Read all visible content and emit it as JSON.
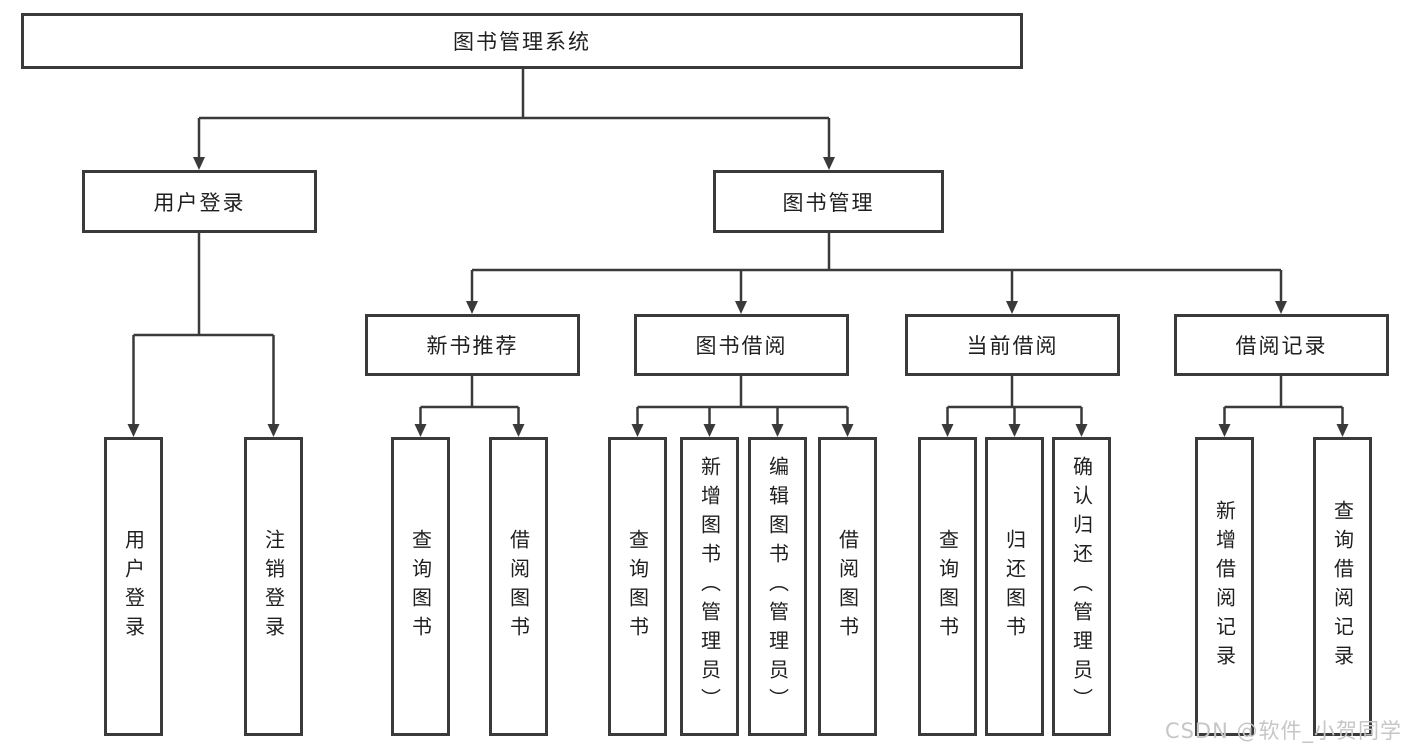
{
  "diagram": {
    "title_node": "图书管理系统",
    "watermark": "CSDN @软件_小贺同学",
    "colors": {
      "line": "#3a3a3a",
      "text": "#1f1f1f",
      "watermark": "#c6c6c6",
      "background": "#ffffff"
    },
    "nodes": {
      "root": {
        "label": "图书管理系统"
      },
      "user_login": {
        "label": "用户登录"
      },
      "book_mgmt": {
        "label": "图书管理"
      },
      "new_book_rec": {
        "label": "新书推荐"
      },
      "book_borrow": {
        "label": "图书借阅"
      },
      "current_borrow": {
        "label": "当前借阅"
      },
      "borrow_records": {
        "label": "借阅记录"
      },
      "leaf_user_login": {
        "label": "用户登录"
      },
      "leaf_logout": {
        "label": "注销登录"
      },
      "leaf_nb_query": {
        "label": "查询图书"
      },
      "leaf_nb_borrow": {
        "label": "借阅图书"
      },
      "leaf_bb_query": {
        "label": "查询图书"
      },
      "leaf_bb_add": {
        "label": "新增图书（管理员）"
      },
      "leaf_bb_edit": {
        "label": "编辑图书（管理员）"
      },
      "leaf_bb_borrow": {
        "label": "借阅图书"
      },
      "leaf_cb_query": {
        "label": "查询图书"
      },
      "leaf_cb_return": {
        "label": "归还图书"
      },
      "leaf_cb_confirm": {
        "label": "确认归还（管理员）"
      },
      "leaf_br_add": {
        "label": "新增借阅记录"
      },
      "leaf_br_query": {
        "label": "查询借阅记录"
      }
    },
    "hierarchy_note": {
      "root_children": "用户登录, 图书管理",
      "user_login_children": "用户登录, 注销登录",
      "book_mgmt_children": "新书推荐, 图书借阅, 当前借阅, 借阅记录",
      "new_book_rec_children": "查询图书, 借阅图书",
      "book_borrow_children": "查询图书, 新增图书（管理员）, 编辑图书（管理员）, 借阅图书",
      "current_borrow_children": "查询图书, 归还图书, 确认归还（管理员）",
      "borrow_records_children": "新增借阅记录, 查询借阅记录"
    }
  }
}
